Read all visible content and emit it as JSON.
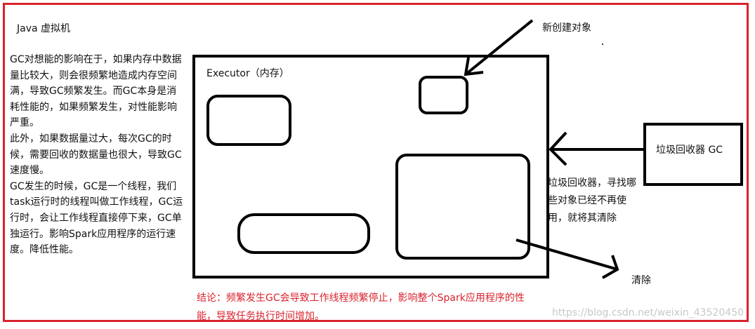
{
  "jvm_title": "Java 虚拟机",
  "gc_paragraph": [
    "GC对想能的影响在于，如果内存中数据",
    "量比较大，则会很频繁地造成内存空间",
    "满，导致GC频繁发生。而GC本身是消",
    "耗性能的，如果频繁发生，对性能影响",
    "严重。",
    "此外，如果数据量过大，每次GC的时",
    "候，需要回收的数据量也很大，导致GC",
    "速度慢。",
    "GC发生的时候，GC是一个线程，我们",
    "task运行时的线程叫做工作线程，GC运",
    "行时，会让工作线程直接停下来，GC单",
    "独运行。影响Spark应用程序的运行速",
    "度。降低性能。"
  ],
  "executor_label": "Executor（内存）",
  "new_object_label": "新创建对象",
  "gc_box_label": "垃圾回收器 GC",
  "gc_description": [
    "垃圾回收器，寻找哪",
    "些对象已经不再使",
    "用，就将其清除"
  ],
  "clear_label": "清除",
  "conclusion": [
    "结论：频繁发生GC会导致工作线程频繁停止，影响整个Spark应用程序的性",
    "能，导致任务执行时间增加。"
  ],
  "watermark": "https://blog.csdn.net/weixin_43520450",
  "colors": {
    "frame": "#d9232d",
    "conclusion": "#d9232d",
    "stroke": "#000000",
    "watermark": "#c8c8c8"
  }
}
